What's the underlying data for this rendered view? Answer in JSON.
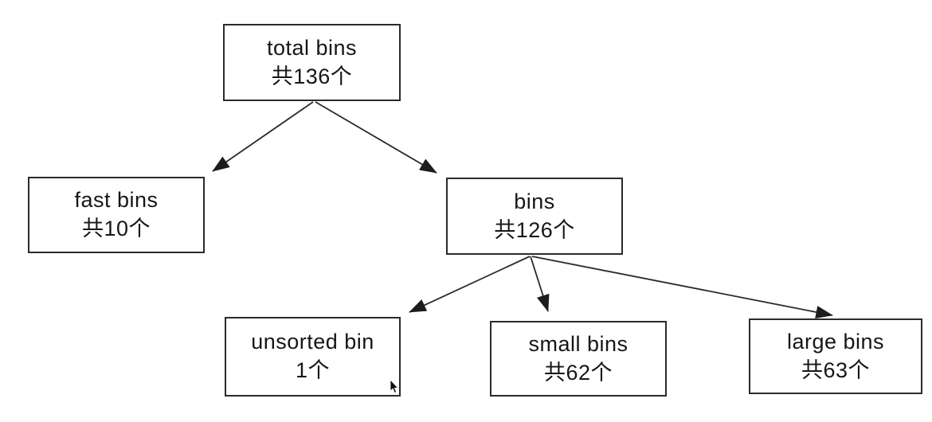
{
  "diagram": {
    "title": "malloc bins tree",
    "background_color": "#ffffff",
    "box_border_color": "#2b2b2b",
    "line_color": "#262626",
    "text_color": "#161616",
    "nodes": {
      "total": {
        "label": "total bins",
        "count": "共136个"
      },
      "fast": {
        "label": "fast bins",
        "count": "共10个"
      },
      "bins": {
        "label": "bins",
        "count": "共126个"
      },
      "unsorted": {
        "label": "unsorted bin",
        "count": "1个"
      },
      "small": {
        "label": "small bins",
        "count": "共62个"
      },
      "large": {
        "label": "large bins",
        "count": "共63个"
      }
    },
    "edges": [
      {
        "from": "total",
        "to": "fast"
      },
      {
        "from": "total",
        "to": "bins"
      },
      {
        "from": "bins",
        "to": "unsorted"
      },
      {
        "from": "bins",
        "to": "small"
      },
      {
        "from": "bins",
        "to": "large"
      }
    ],
    "icons": {
      "cursor": "mouse-pointer"
    }
  }
}
